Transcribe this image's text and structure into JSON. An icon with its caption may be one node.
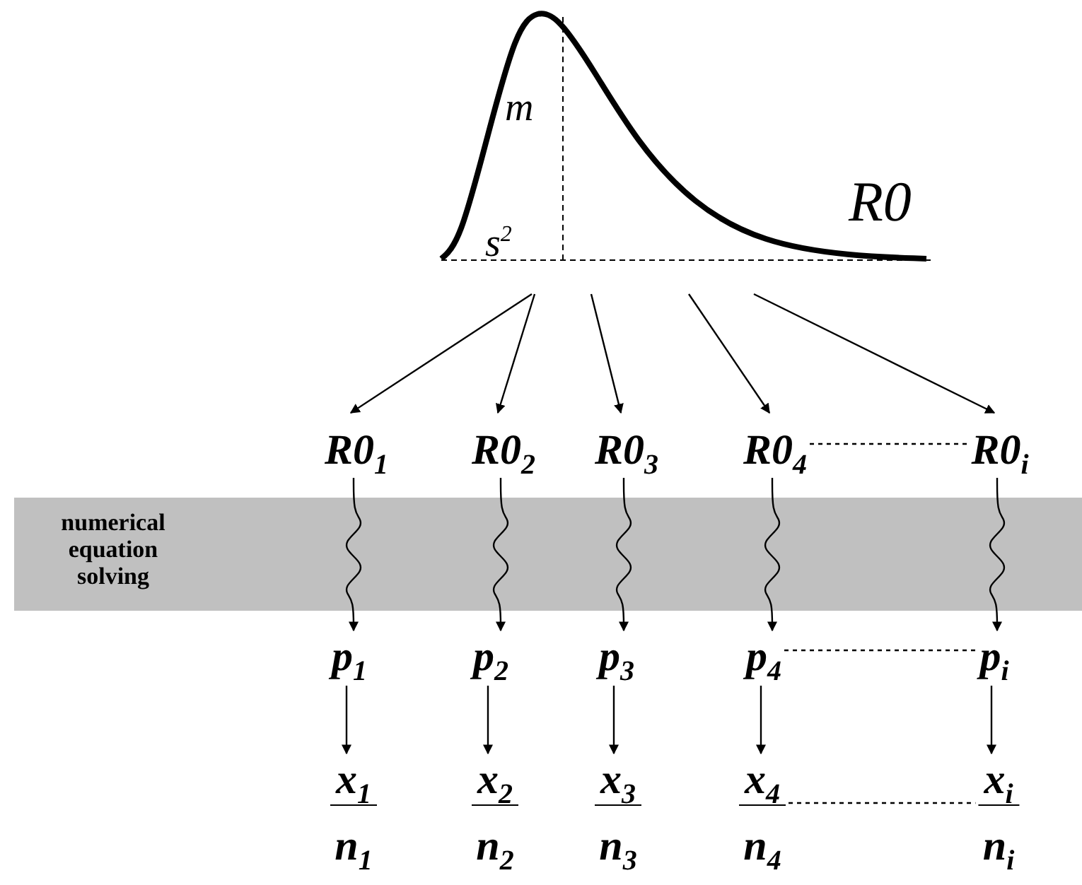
{
  "diagram": {
    "nodes": [
      {
        "text": [],
        "shape": "picture"
      },
      {
        "text": [
          "R0$_{1}$"
        ]
      },
      {
        "text": [
          "R0$_{2}$"
        ]
      },
      {
        "text": [
          "R0$_{3}$"
        ]
      },
      {
        "text": [
          "R0$_{4}$"
        ]
      },
      {
        "text": [
          "R0$_{i}$"
        ]
      },
      {
        "text": [
          "p$_{1}$"
        ]
      },
      {
        "text": [
          "p$_{2}$"
        ]
      },
      {
        "text": [
          "p$_{3}$"
        ]
      },
      {
        "text": [
          "p$_{4}$"
        ]
      },
      {
        "text": [
          "p$_{i}$"
        ]
      },
      {
        "text": [
          "x$_{1}$",
          "n$_{1}$"
        ]
      },
      {
        "text": [
          "x$_{2}$",
          "n$_{2}$"
        ]
      },
      {
        "text": [
          "x$_{3}$",
          "n$_{3}$"
        ]
      },
      {
        "text": [
          "x$_{4}$",
          "n$_{4}$"
        ]
      },
      {
        "text": [
          "x$_{i}$",
          "n$_{i}$"
        ]
      }
    ],
    "edges": [
      {
        "from": 0,
        "to": 1,
        "arrow": "to"
      },
      {
        "from": 0,
        "to": 2,
        "arrow": "to"
      },
      {
        "from": 0,
        "to": 3,
        "arrow": "to"
      },
      {
        "from": 0,
        "to": 4,
        "arrow": "to"
      },
      {
        "from": 0,
        "to": 5,
        "arrow": "to"
      },
      {
        "from": 4,
        "to": 5,
        "arrow": "none",
        "style": "dashed"
      },
      {
        "from": 1,
        "to": 6,
        "arrow": "to"
      },
      {
        "from": 2,
        "to": 7,
        "arrow": "to"
      },
      {
        "from": 3,
        "to": 8,
        "arrow": "to"
      },
      {
        "from": 4,
        "to": 9,
        "arrow": "to"
      },
      {
        "from": 5,
        "to": 10,
        "arrow": "to"
      },
      {
        "from": 9,
        "to": 10,
        "arrow": "none",
        "style": "dashed"
      },
      {
        "from": 6,
        "to": 11,
        "arrow": "to"
      },
      {
        "from": 7,
        "to": 12,
        "arrow": "to"
      },
      {
        "from": 8,
        "to": 13,
        "arrow": "to"
      },
      {
        "from": 9,
        "to": 14,
        "arrow": "to"
      },
      {
        "from": 10,
        "to": 15,
        "arrow": "to"
      },
      {
        "from": 14,
        "to": 15,
        "arrow": "none",
        "style": "dashed"
      }
    ],
    "labels": [
      "m",
      "s$^{2}$",
      "R0",
      "numerical equation solving"
    ]
  }
}
